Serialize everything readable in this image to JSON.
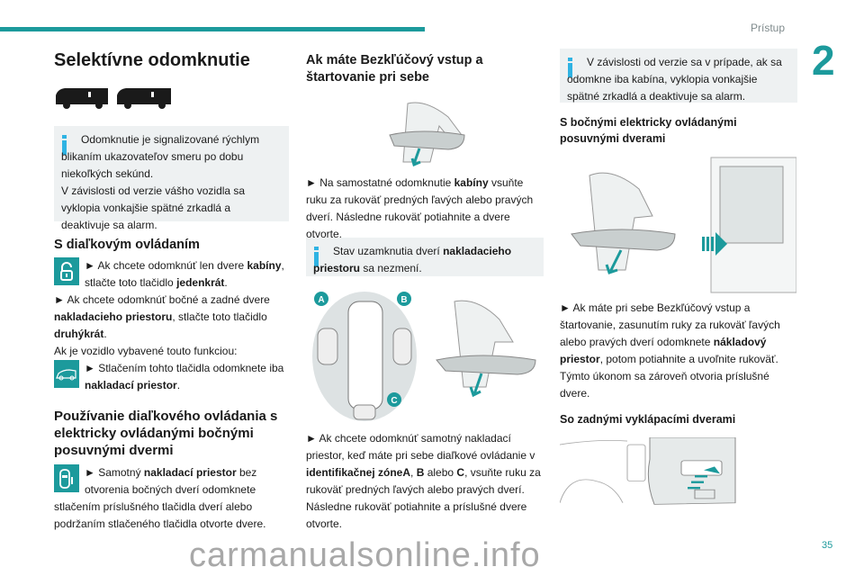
{
  "header": {
    "section": "Prístup",
    "chapter": "2",
    "page_number": "35"
  },
  "watermark": "carmanualsonline.info",
  "colors": {
    "accent": "#1c9a9c",
    "info": "#2fb3e3",
    "info_bg": "#eef1f2"
  },
  "col1": {
    "title": "Selektívne odomknutie",
    "info": [
      [
        {
          "t": "Odomknutie je signalizované rýchlym blikaním ukazovateľov smeru po dobu niekoľkých sekúnd."
        }
      ],
      [
        {
          "t": "V závislosti od verzie vášho vozidla sa vyklopia vonkajšie spätné zrkadlá a deaktivuje sa alarm."
        }
      ]
    ],
    "heading1": "S diaľkovým ovládaním",
    "p1": [
      {
        "t": "► Ak chcete odomknúť len dvere "
      },
      {
        "t": "kabíny",
        "b": true
      },
      {
        "t": ", stlačte toto tlačidlo "
      },
      {
        "t": "jedenkrát",
        "b": true
      },
      {
        "t": "."
      }
    ],
    "p2": [
      {
        "t": "► Ak chcete odomknúť bočné a zadné dvere "
      },
      {
        "t": "nakladacieho priestoru",
        "b": true
      },
      {
        "t": ", stlačte toto tlačidlo "
      },
      {
        "t": "druhýkrát",
        "b": true
      },
      {
        "t": "."
      }
    ],
    "p3": [
      {
        "t": "Ak je vozidlo vybavené touto funkciou:"
      }
    ],
    "p4": [
      {
        "t": "► Stlačením tohto tlačidla odomknete iba "
      },
      {
        "t": "nakladací priestor",
        "b": true
      },
      {
        "t": "."
      }
    ],
    "heading2": "Používanie diaľkového ovládania s elektricky ovládanými bočnými posuvnými dvermi",
    "p5": [
      {
        "t": "► Samotný "
      },
      {
        "t": "nakladací priestor",
        "b": true
      },
      {
        "t": " bez otvorenia bočných dverí odomknete stlačením príslušného tlačidla dverí alebo podržaním stlačeného tlačidla otvorte dvere."
      }
    ]
  },
  "col2": {
    "heading": "Ak máte Bezkľúčový vstup a štartovanie pri sebe",
    "p1": [
      {
        "t": "► Na samostatné odomknutie "
      },
      {
        "t": "kabíny",
        "b": true
      },
      {
        "t": " vsuňte ruku za rukoväť predných ľavých alebo pravých dverí. Následne rukoväť potiahnite a dvere otvorte."
      }
    ],
    "info": [
      {
        "t": "Stav uzamknutia dverí "
      },
      {
        "t": "nakladacieho priestoru",
        "b": true
      },
      {
        "t": " sa nezmení."
      }
    ],
    "zones": [
      "A",
      "B",
      "C"
    ],
    "p2": [
      {
        "t": "► Ak chcete odomknúť samotný nakladací priestor, keď máte pri sebe diaľkové ovládanie v "
      },
      {
        "t": "identifikačnej zóneA",
        "b": true
      },
      {
        "t": ", "
      },
      {
        "t": "B",
        "b": true
      },
      {
        "t": " alebo "
      },
      {
        "t": "C",
        "b": true
      },
      {
        "t": ", vsuňte ruku za rukoväť predných ľavých alebo pravých dverí. Následne rukoväť potiahnite a príslušné dvere otvorte."
      }
    ]
  },
  "col3": {
    "info": [
      {
        "t": "V závislosti od verzie sa v prípade, ak sa odomkne iba kabína, vyklopia vonkajšie spätné zrkadlá a deaktivuje sa alarm."
      }
    ],
    "heading1": "S bočnými elektricky ovládanými posuvnými dverami",
    "p1": [
      {
        "t": "► Ak máte pri sebe Bezkľúčový vstup a štartovanie, zasunutím ruky za rukoväť ľavých alebo pravých dverí odomknete "
      },
      {
        "t": "nákladový priestor",
        "b": true
      },
      {
        "t": ", potom potiahnite a uvoľnite rukoväť. Týmto úkonom sa zároveň otvoria príslušné dvere."
      }
    ],
    "heading2": "So zadnými vyklápacími dverami"
  }
}
